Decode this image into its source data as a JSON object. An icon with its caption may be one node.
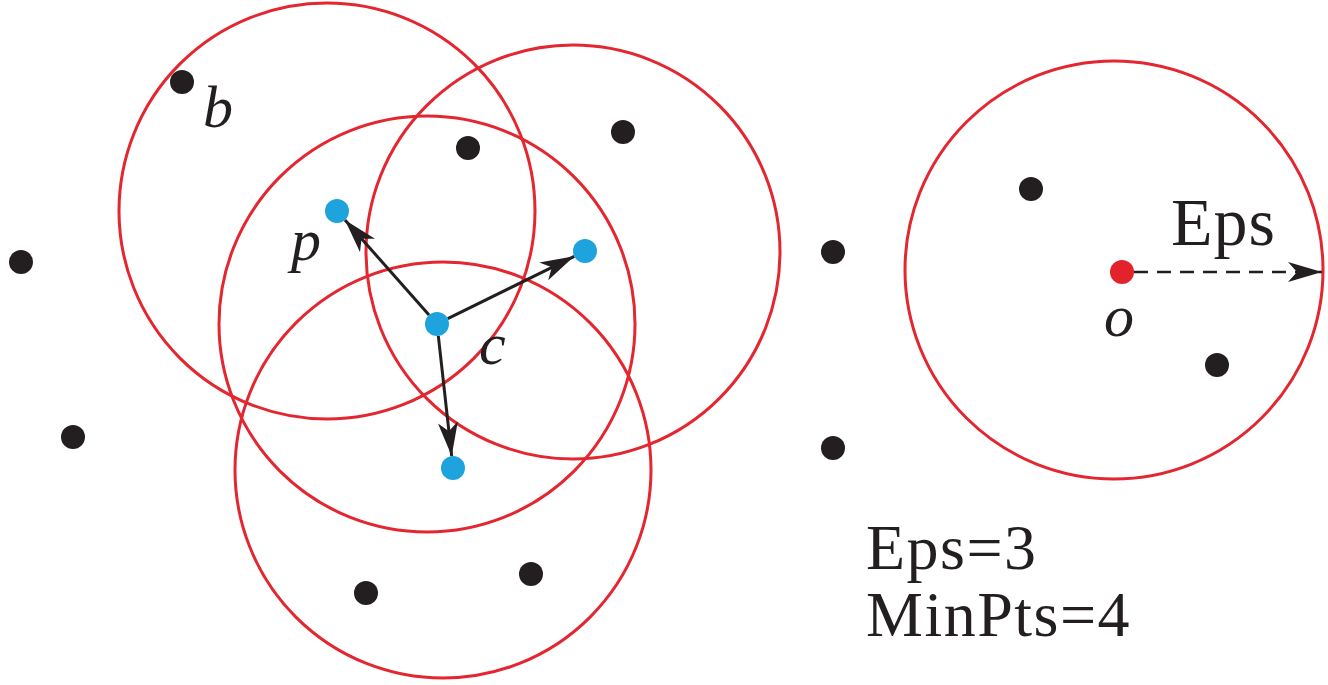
{
  "diagram": {
    "nodes": [
      {
        "text": [],
        "shape": "circle",
        "beside": [
          "b"
        ]
      },
      {
        "text": [],
        "shape": "circle"
      },
      {
        "text": [],
        "shape": "circle"
      },
      {
        "text": [],
        "shape": "circle"
      },
      {
        "text": [],
        "shape": "circle",
        "beside": [
          "p"
        ]
      },
      {
        "text": [],
        "shape": "circle"
      },
      {
        "text": [],
        "shape": "circle"
      },
      {
        "text": [],
        "shape": "circle"
      },
      {
        "text": [],
        "shape": "circle",
        "beside": [
          "o"
        ]
      },
      {
        "text": [],
        "shape": "circle",
        "beside": [
          "c"
        ]
      },
      {
        "text": [],
        "shape": "circle"
      },
      {
        "text": [],
        "shape": "circle"
      },
      {
        "text": [],
        "shape": "circle"
      },
      {
        "text": [],
        "shape": "circle"
      },
      {
        "text": [],
        "shape": "circle"
      },
      {
        "text": [],
        "shape": "circle"
      }
    ],
    "edges": [
      {
        "from": 9,
        "to": 4,
        "arrow": "to"
      },
      {
        "from": 9,
        "to": 5,
        "arrow": "to"
      },
      {
        "from": 9,
        "to": 13,
        "arrow": "to"
      }
    ],
    "labels": [
      "Eps",
      "Eps=3",
      "MinPts=4"
    ]
  }
}
